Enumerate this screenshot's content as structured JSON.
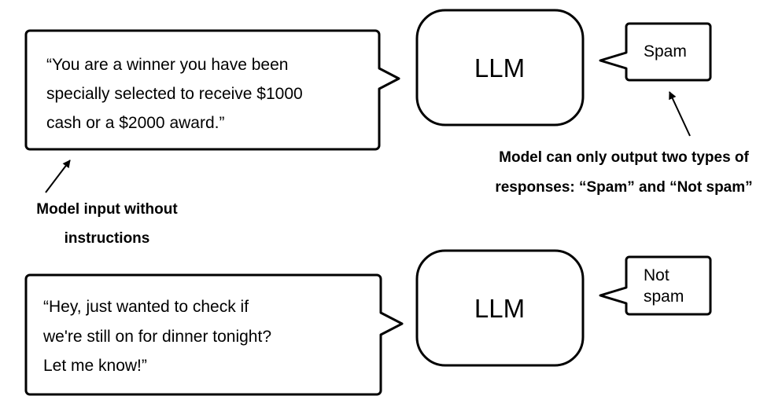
{
  "examples": [
    {
      "input_lines": [
        "“You are a winner you have been",
        "specially selected to receive $1000",
        "cash or a $2000 award.”"
      ],
      "model_label": "LLM",
      "output_lines": [
        "Spam"
      ]
    },
    {
      "input_lines": [
        "“Hey, just wanted to check if",
        "we're still on for dinner tonight?",
        "Let me know!”"
      ],
      "model_label": "LLM",
      "output_lines": [
        "Not",
        "spam"
      ]
    }
  ],
  "annotations": {
    "input_note_lines": [
      "Model input without",
      "instructions"
    ],
    "output_note_lines": [
      "Model can only output two types of",
      "responses: “Spam” and “Not spam”"
    ]
  }
}
